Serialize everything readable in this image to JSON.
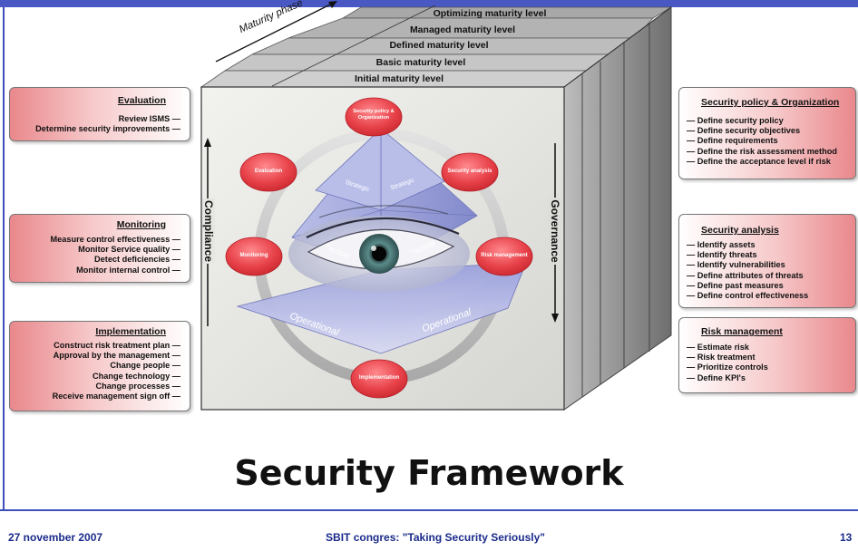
{
  "slide": {
    "title": "Security Framework",
    "footer_left": "27 november 2007",
    "footer_center": "SBIT congres: \"Taking Security Seriously\"",
    "footer_right": "13"
  },
  "cube": {
    "maturity_phase": "Maturity phase",
    "levels": [
      "Optimizing maturity level",
      "Managed maturity level",
      "Defined maturity level",
      "Basic maturity level",
      "Initial maturity level"
    ],
    "compliance": "Compliance",
    "governance": "Governance"
  },
  "cycle": {
    "top": "Security policy & Organization",
    "evaluation": "Evaluation",
    "security_analysis": "Security analysis",
    "monitoring": "Monitoring",
    "risk_management": "Risk management",
    "implementation": "Implementation"
  },
  "pyramid": {
    "strategic": "Strategic",
    "tactical": "Tactical",
    "operational": "Operational"
  },
  "panels": {
    "evaluation": {
      "title": "Evaluation",
      "items": [
        "Review ISMS —",
        "Determine security improvements —"
      ]
    },
    "monitoring": {
      "title": "Monitoring",
      "items": [
        "Measure control effectiveness —",
        "Monitor Service quality —",
        "Detect deficiencies —",
        "Monitor internal control —"
      ]
    },
    "implementation": {
      "title": "Implementation",
      "items": [
        "Construct risk treatment plan —",
        "Approval by the management —",
        "Change people —",
        "Change technology —",
        "Change processes —",
        "Receive management sign off —"
      ]
    },
    "security_policy": {
      "title": "Security policy & Organization",
      "items": [
        "— Define security policy",
        "— Define security objectives",
        "— Define requirements",
        "— Define the risk assessment method",
        "— Define the acceptance level if risk"
      ]
    },
    "security_analysis": {
      "title": "Security analysis",
      "items": [
        "— Identify assets",
        "— Identify threats",
        "— Identify vulnerabilities",
        "— Define attributes of threats",
        "— Define past measures",
        "— Define control effectiveness"
      ]
    },
    "risk_management": {
      "title": "Risk management",
      "items": [
        "— Estimate risk",
        "— Risk treatment",
        "— Prioritize controls",
        "— Define KPI's"
      ]
    }
  },
  "colors": {
    "accent": "#4a58c4",
    "panel_red": "#e9888c",
    "node_red": "#e8424a",
    "pyramid_blue": "#8f96d8"
  }
}
